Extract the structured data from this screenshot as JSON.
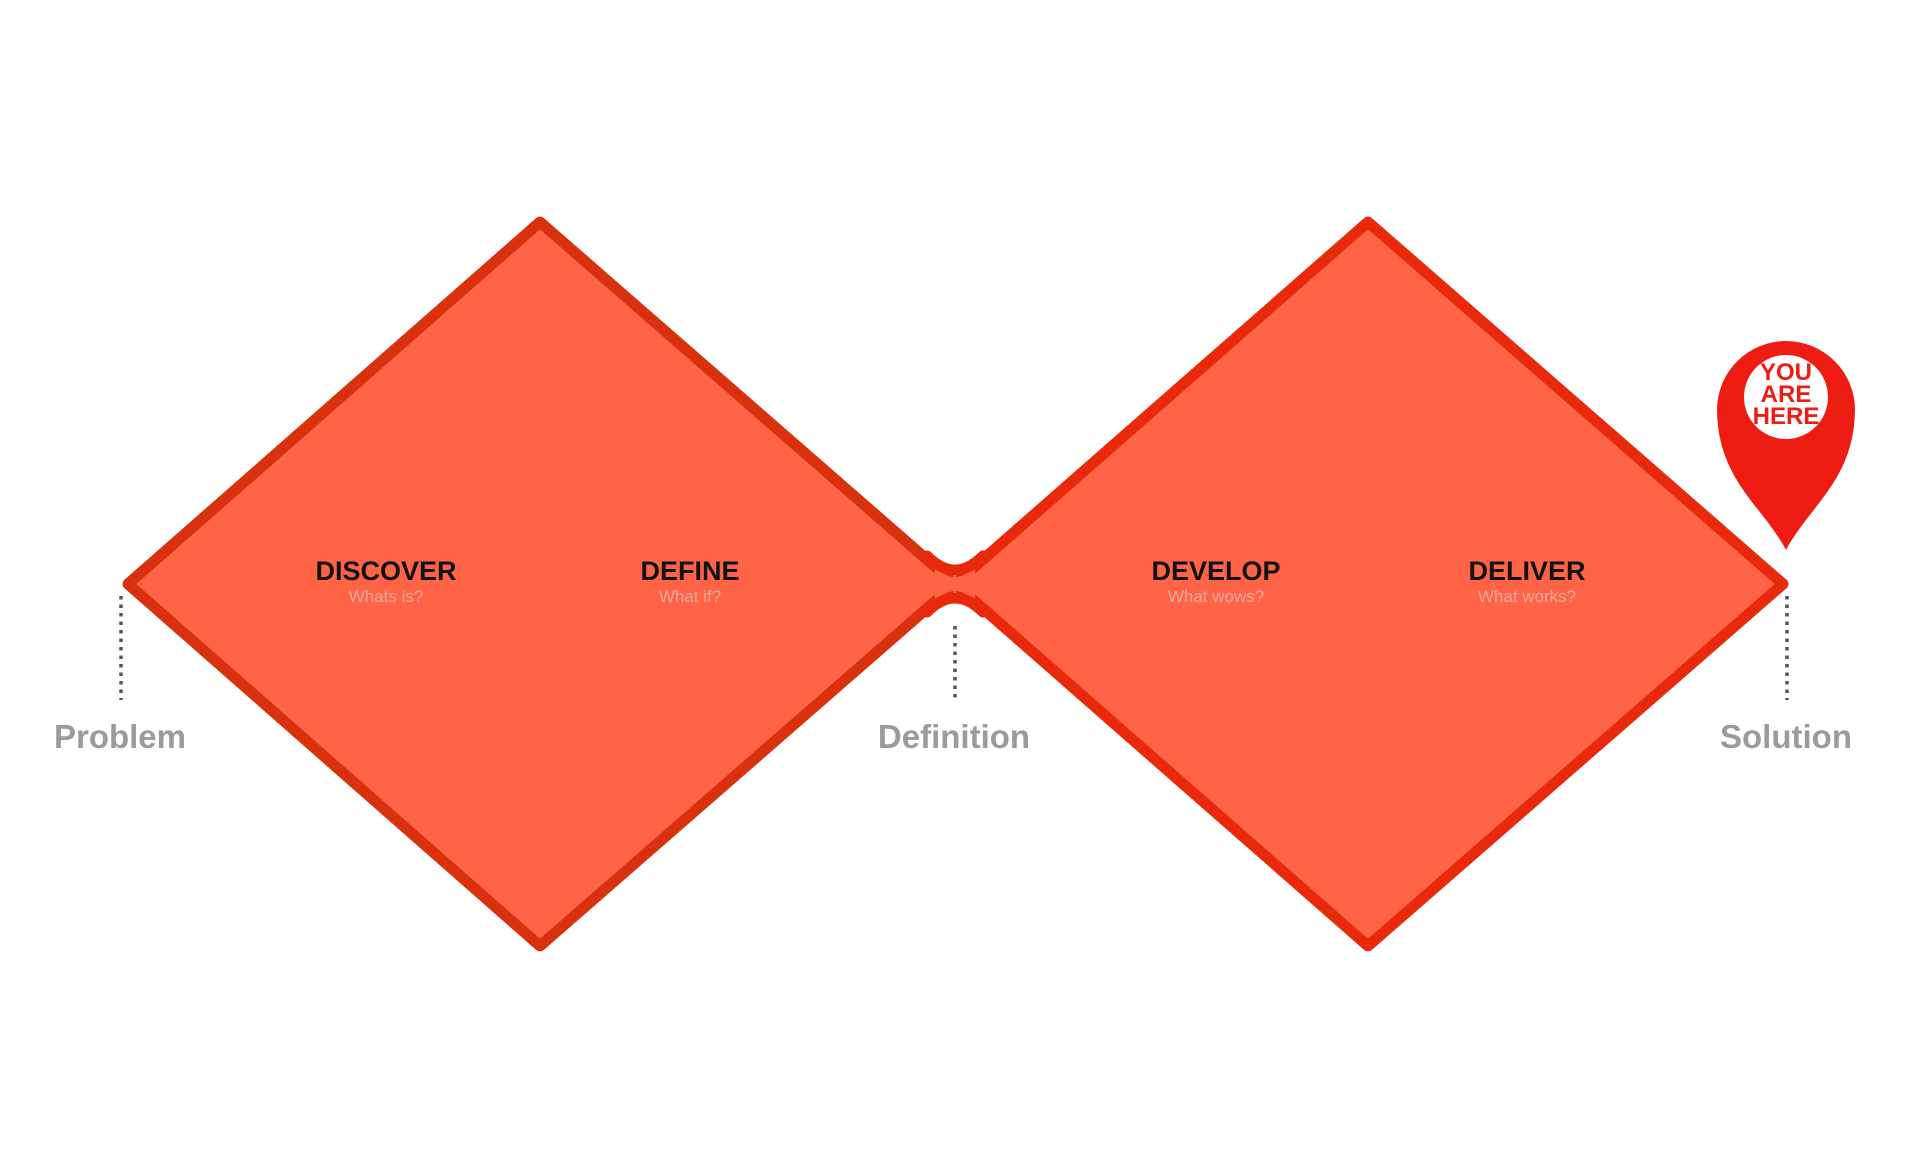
{
  "diagram": {
    "colors": {
      "fill": "#ff6446",
      "stroke": "#e8290c",
      "stroke_dark": "#d9300e",
      "title": "#111111",
      "subtitle": "#eaa89b",
      "milestone": "#9b9b9b",
      "pin": "#ee1c12",
      "tick": "#555555"
    },
    "phases": [
      {
        "title": "DISCOVER",
        "subtitle": "Whats is?"
      },
      {
        "title": "DEFINE",
        "subtitle": "What if?"
      },
      {
        "title": "DEVELOP",
        "subtitle": "What wows?"
      },
      {
        "title": "DELIVER",
        "subtitle": "What works?"
      }
    ],
    "milestones": [
      {
        "label": "Problem"
      },
      {
        "label": "Definition"
      },
      {
        "label": "Solution"
      }
    ],
    "marker": {
      "icon": "location-pin-icon",
      "lines": [
        "YOU",
        "ARE",
        "HERE"
      ]
    }
  }
}
